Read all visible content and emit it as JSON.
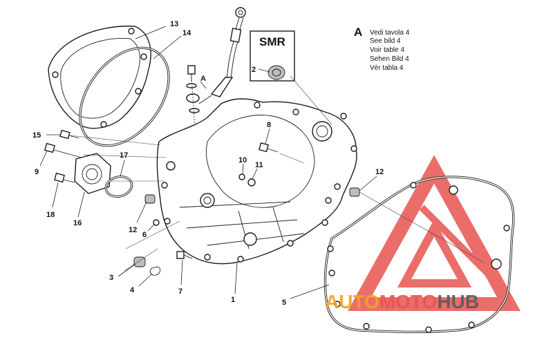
{
  "box": {
    "label": "SMR"
  },
  "note": {
    "letter": "A",
    "lines": [
      "Vedi tavola 4",
      "See bild 4",
      "Voir table 4",
      "Sehen Bild 4",
      "Vèr tabla 4"
    ]
  },
  "callouts": {
    "c1": "1",
    "c2": "2",
    "c3": "3",
    "c4": "4",
    "c5": "5",
    "c6": "6",
    "c7": "7",
    "c8": "8",
    "c9": "9",
    "c10": "10",
    "c11": "11",
    "c12a": "12",
    "c12b": "12",
    "c13": "13",
    "c14": "14",
    "c15": "15",
    "c16": "16",
    "c17": "17",
    "c18": "18",
    "cA": "A"
  },
  "watermark": {
    "part1": "AUTO",
    "part2": "MOTO",
    "part3": "HUB"
  },
  "colors": {
    "watermark_red": "#e8544f",
    "watermark_orange": "#f3a322",
    "watermark_grey": "#5a5a5a"
  }
}
